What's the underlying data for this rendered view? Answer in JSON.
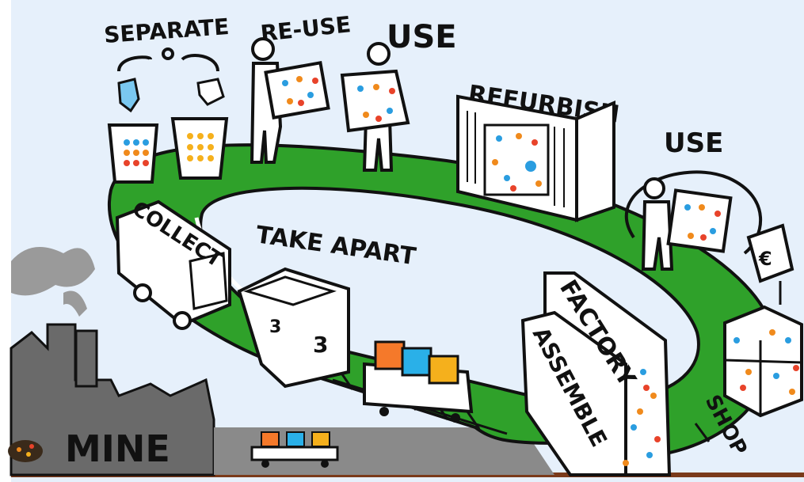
{
  "labels": {
    "separate": "SEPARATE",
    "reuse": "RE-USE",
    "use_top": "USE",
    "refurbish": "REFURBISH",
    "use_right": "USE",
    "collect": "COLLECT",
    "take_apart": "TAKE APART",
    "factory": "FACTORY",
    "assemble": "ASSEMBLE",
    "shop": "SHOP",
    "mine": "MINE",
    "euro": "€"
  },
  "colors": {
    "background": "#e6f0fb",
    "loop_green": "#2fa12a",
    "dot_blue": "#2a9de0",
    "dot_orange": "#f08a1c",
    "dot_red": "#e8432a",
    "box_orange": "#f5792a",
    "box_blue": "#2ab0e8",
    "box_yellow": "#f5b01c",
    "mine_gray": "#6a6a6a",
    "smoke_gray": "#9a9a9a",
    "ground_brown": "#7a3a1a"
  },
  "icons": [
    "trash-bin-icon",
    "puzzle-piece-icon",
    "person-icon",
    "truck-icon",
    "building-icon",
    "box-icon",
    "euro-tag-icon",
    "smokestack-icon"
  ]
}
